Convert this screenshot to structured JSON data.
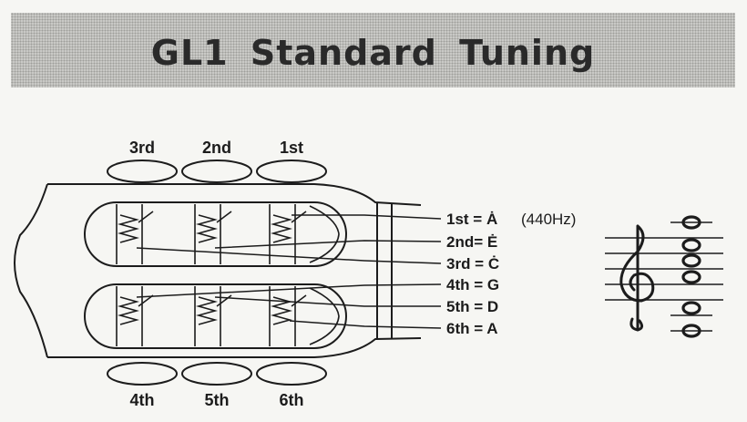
{
  "title": "GL1  Standard Tuning",
  "pegs": {
    "top": [
      "3rd",
      "2nd",
      "1st"
    ],
    "bottom": [
      "4th",
      "5th",
      "6th"
    ]
  },
  "strings": [
    {
      "label": "1st = Ȧ",
      "extra": "(440Hz)"
    },
    {
      "label": "2nd= Ė",
      "extra": ""
    },
    {
      "label": "3rd = Ċ",
      "extra": ""
    },
    {
      "label": "4th = G",
      "extra": ""
    },
    {
      "label": "5th = D",
      "extra": ""
    },
    {
      "label": "6th = A",
      "extra": ""
    }
  ],
  "icons": {
    "clef": "treble-clef-icon"
  },
  "colors": {
    "ink": "#1c1c1c",
    "title_band": "#c9c9c6"
  }
}
